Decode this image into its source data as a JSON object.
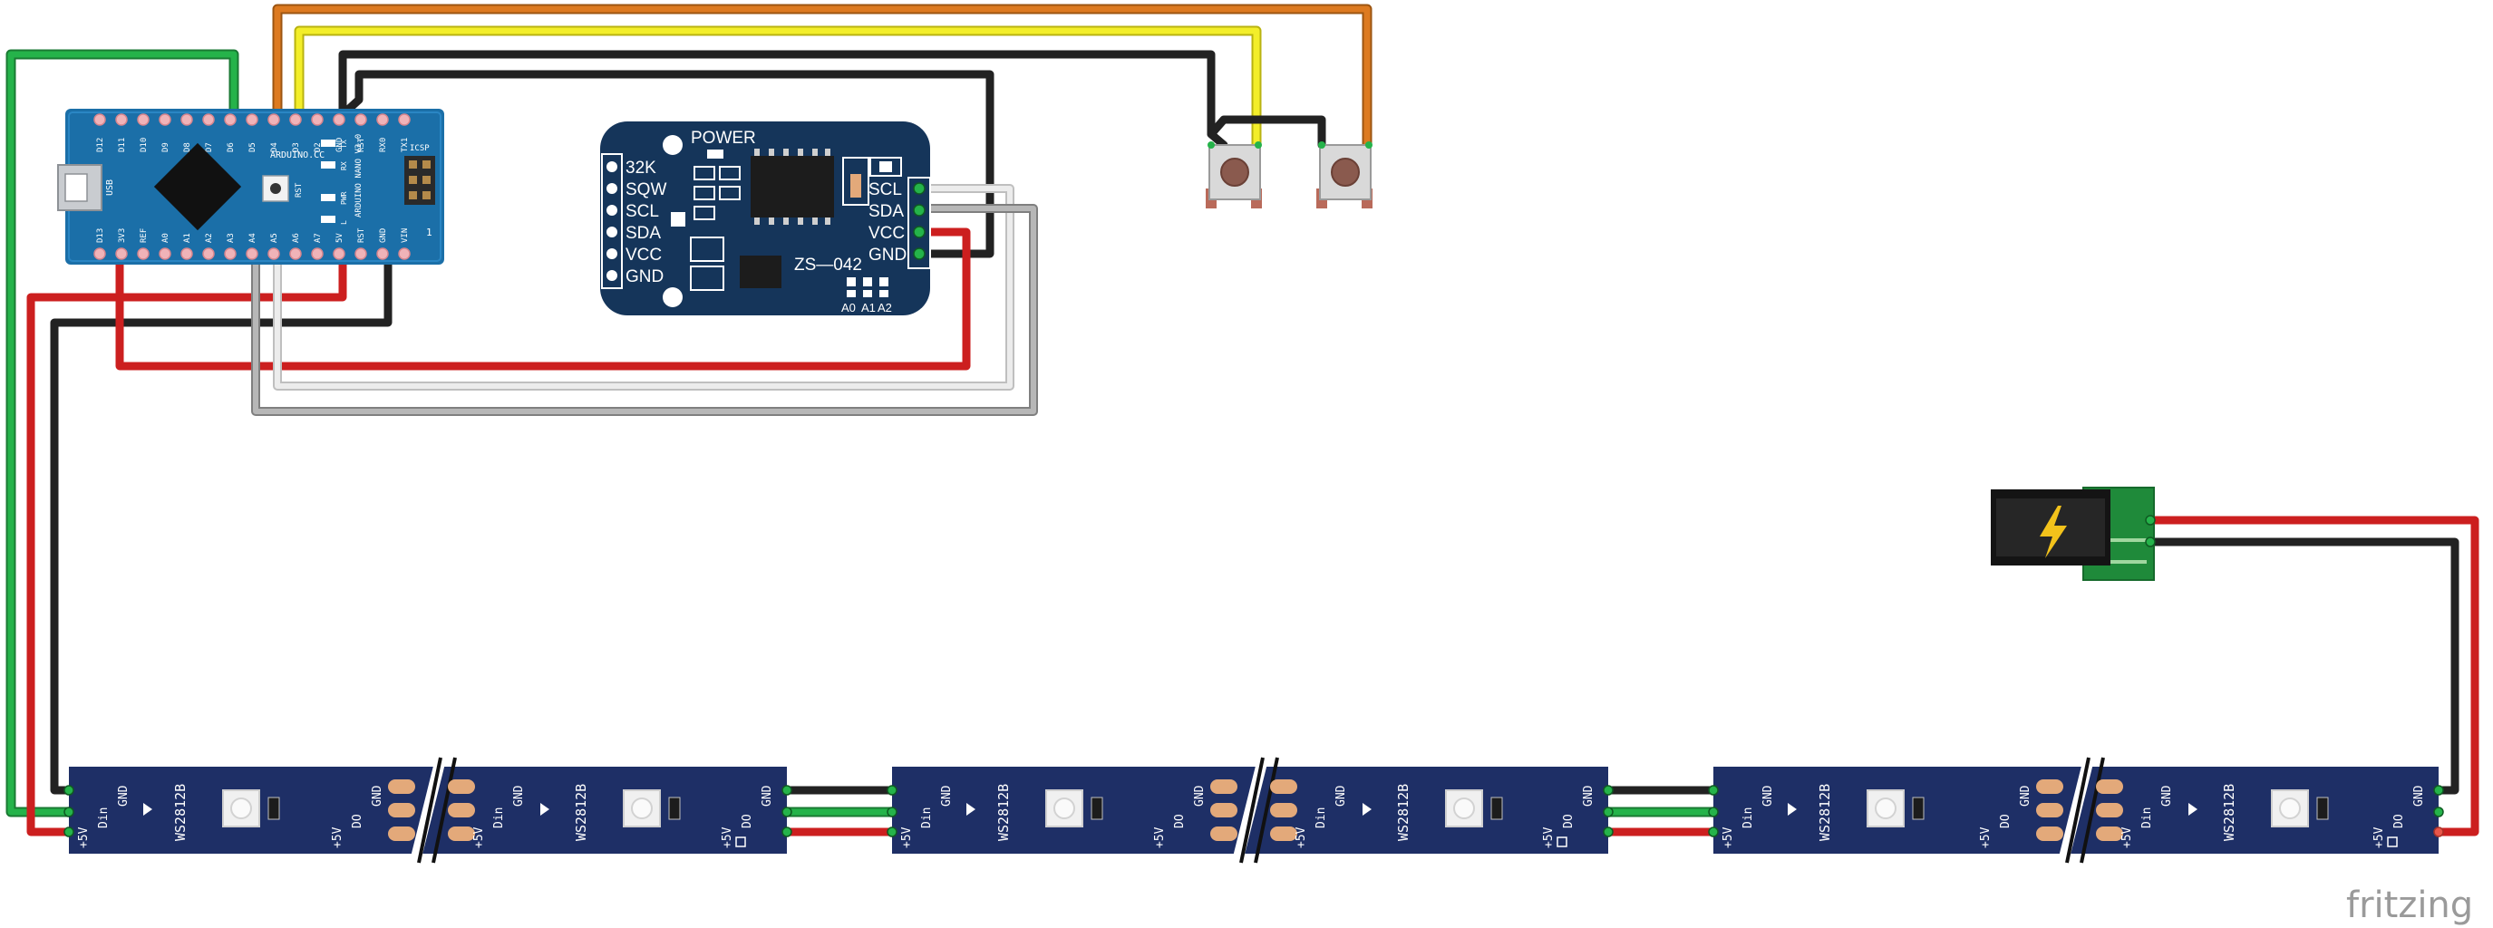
{
  "watermark": "fritzing",
  "colors": {
    "board": "#1b6fa8",
    "rtc_board": "#15355a",
    "strip": "#1e2f66",
    "pad": "#e3a97a",
    "wire_red": "#cc1f1f",
    "wire_black": "#222222",
    "wire_green": "#25b34a",
    "wire_yellow": "#f3ee2a",
    "wire_orange": "#dd7a20",
    "wire_white": "#d8d8d8",
    "wire_gray": "#9a9a9a",
    "jack_board": "#1f8a3a"
  },
  "arduino": {
    "top_pins": [
      "D12",
      "D11",
      "D10",
      "D9",
      "D8",
      "D7",
      "D6",
      "D5",
      "D4",
      "D3",
      "D2",
      "GND",
      "RST",
      "RX0",
      "TX1"
    ],
    "bottom_pins": [
      "D13",
      "3V3",
      "REF",
      "A0",
      "A1",
      "A2",
      "A3",
      "A4",
      "A5",
      "A6",
      "A7",
      "5V",
      "RST",
      "GND",
      "VIN"
    ],
    "brand": "ARDUINO.CC",
    "model": "ARDUINO NANO V3.0",
    "usb": "USB",
    "icsp": "ICSP",
    "leds": [
      "TX",
      "RX",
      "PWR",
      "L"
    ],
    "rst": "RST",
    "num": "1"
  },
  "rtc": {
    "power": "POWER",
    "left_pins": [
      "32K",
      "SQW",
      "SCL",
      "SDA",
      "VCC",
      "GND"
    ],
    "right_pins": [
      "SCL",
      "SDA",
      "VCC",
      "GND"
    ],
    "model": "ZS—042",
    "addr": [
      "A0",
      "A1",
      "A2"
    ]
  },
  "strip": {
    "chip": "WS2812B",
    "din": "Din",
    "do": "DO",
    "gnd": "GND",
    "v5": "+5V"
  },
  "power_icon": "lightning-icon"
}
